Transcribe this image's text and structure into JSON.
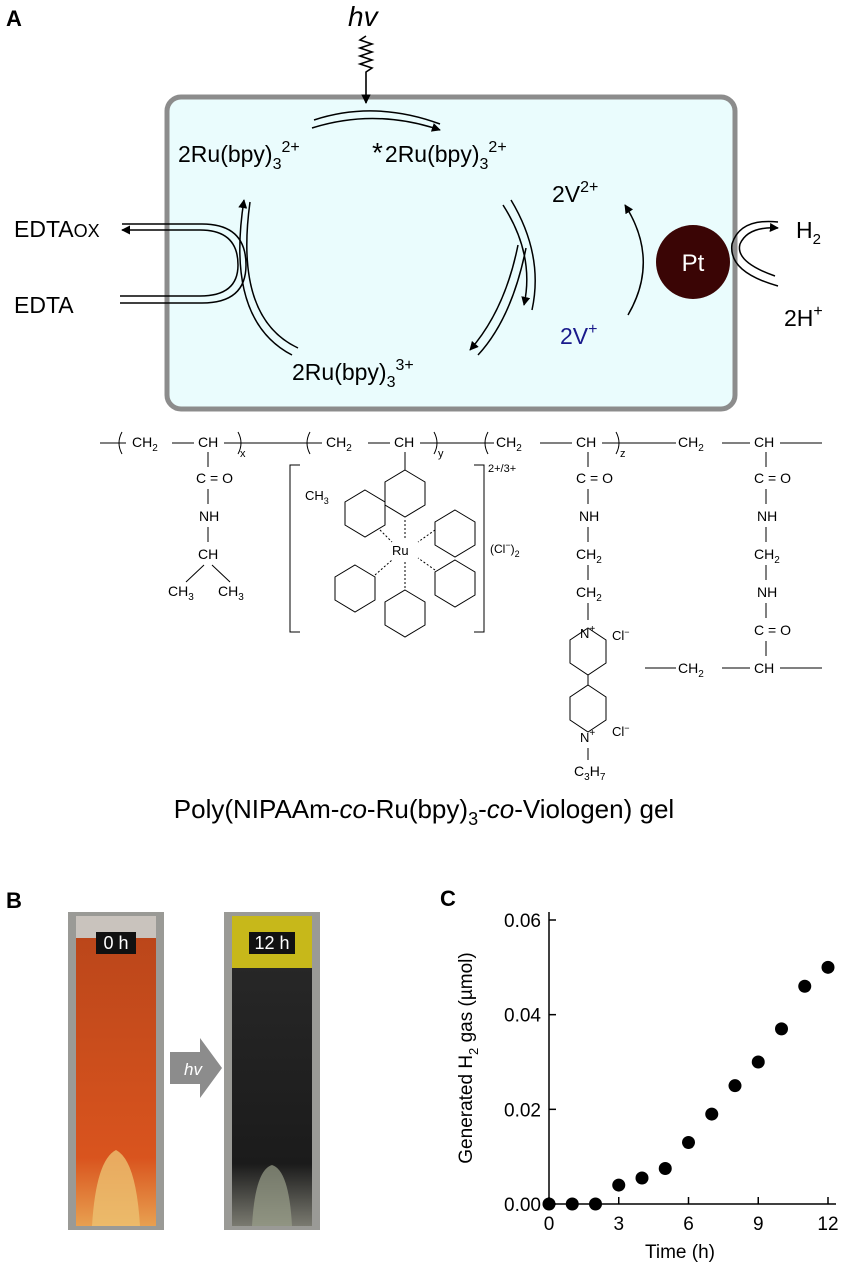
{
  "panels": {
    "a": "A",
    "b": "B",
    "c": "C"
  },
  "scheme": {
    "light": "hv",
    "ru_ground": {
      "base": "2Ru(bpy)",
      "sub": "3",
      "sup": "2+"
    },
    "ru_excited": {
      "star": "*",
      "base": "2Ru(bpy)",
      "sub": "3",
      "sup": "2+"
    },
    "ru_oxidized": {
      "base": "2Ru(bpy)",
      "sub": "3",
      "sup": "3+"
    },
    "viologen_ox": {
      "base": "2V",
      "sup": "2+"
    },
    "viologen_red": {
      "base": "2V",
      "sup": "+"
    },
    "edta_ox": {
      "base": "EDTA",
      "sub": "OX"
    },
    "edta": "EDTA",
    "pt": "Pt",
    "h2": {
      "base": "H",
      "sub": "2"
    },
    "protons": {
      "base": "2H",
      "sup": "+"
    },
    "colors": {
      "box_fill": "#eafcfd",
      "box_stroke": "#8c8c8c",
      "pt": "#3a0505",
      "viologen_red": "#1a1a8c"
    }
  },
  "structure": {
    "ch2": "CH",
    "ch2_sub": "2",
    "ch": "CH",
    "co": "C = O",
    "nh": "NH",
    "ch3": "CH",
    "ch3_sub": "3",
    "x": "x",
    "y": "y",
    "z": "z",
    "charge": "2+/3+",
    "cl2": "(Cl",
    "cl2_sup": "−",
    "cl2_end": ")",
    "cl2_sub": "2",
    "ru": "Ru",
    "n": "N",
    "n_plus": "+",
    "cl": "Cl",
    "cl_sup": "−",
    "propyl": "C",
    "propyl_sub1": "3",
    "propyl_h": "H",
    "propyl_sub2": "7"
  },
  "gel_name": {
    "p1": "Poly(NIPAAm-",
    "co1": "co",
    "p2": "-Ru(bpy)",
    "sub": "3",
    "p3": "-",
    "co2": "co",
    "p4": "-Viologen) gel"
  },
  "photos": {
    "label_0": "0 h",
    "label_12": "12 h",
    "arrow_label": "hv",
    "colors": {
      "gel_0h": "#d9541e",
      "gel_12h": "#1b1b1b",
      "top_12h": "#c7b81a"
    }
  },
  "chart_data": {
    "type": "scatter",
    "x": [
      0,
      1,
      2,
      3,
      4,
      5,
      6,
      7,
      8,
      9,
      10,
      11,
      12
    ],
    "y": [
      0.0,
      0.0,
      0.0,
      0.004,
      0.0055,
      0.0075,
      0.013,
      0.019,
      0.025,
      0.03,
      0.037,
      0.046,
      0.05
    ],
    "xlabel": "Time (h)",
    "ylabel_pre": "Generated H",
    "ylabel_sub": "2",
    "ylabel_post": " gas (µmol)",
    "xlim": [
      0,
      12
    ],
    "ylim": [
      0,
      0.06
    ],
    "xticks": [
      0,
      3,
      6,
      9,
      12
    ],
    "yticks": [
      0.0,
      0.02,
      0.04,
      0.06
    ],
    "ytick_labels": [
      "0.00",
      "0.02",
      "0.04",
      "0.06"
    ],
    "xtick_labels": [
      "0",
      "3",
      "6",
      "9",
      "12"
    ],
    "grid": false,
    "marker_color": "#000000"
  }
}
